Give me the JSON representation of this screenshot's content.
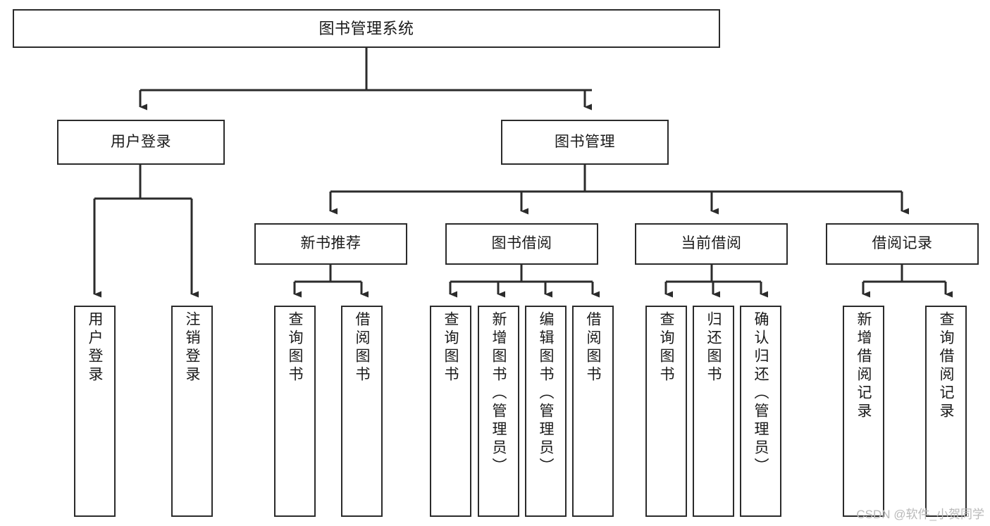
{
  "diagram": {
    "title": "图书管理系统",
    "type": "tree-hierarchy",
    "watermark": "CSDN @软件_小贺同学",
    "colors": {
      "background": "#ffffff",
      "border": "#2b2b2b",
      "text": "#1a1a1a",
      "connector": "#2b2b2b",
      "watermark": "#b9b9b9"
    }
  },
  "nodes": {
    "root": {
      "label": "图书管理系统"
    },
    "level2": [
      {
        "label": "用户登录"
      },
      {
        "label": "图书管理"
      }
    ],
    "level3": [
      {
        "label": "新书推荐"
      },
      {
        "label": "图书借阅"
      },
      {
        "label": "当前借阅"
      },
      {
        "label": "借阅记录"
      }
    ],
    "leaves": {
      "user_login": [
        {
          "label": "用户登录"
        },
        {
          "label": "注销登录"
        }
      ],
      "new_book_recommend": [
        {
          "label": "查询图书"
        },
        {
          "label": "借阅图书"
        }
      ],
      "book_borrow": [
        {
          "label": "查询图书"
        },
        {
          "label": "新增图书（管理员）"
        },
        {
          "label": "编辑图书（管理员）"
        },
        {
          "label": "借阅图书"
        }
      ],
      "current_borrow": [
        {
          "label": "查询图书"
        },
        {
          "label": "归还图书"
        },
        {
          "label": "确认归还（管理员）"
        }
      ],
      "borrow_record": [
        {
          "label": "新增借阅记录"
        },
        {
          "label": "查询借阅记录"
        }
      ]
    }
  }
}
